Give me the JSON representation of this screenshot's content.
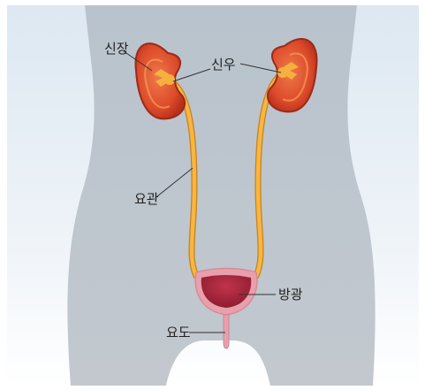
{
  "labels": {
    "kidney": "신장",
    "renal_pelvis": "신우",
    "ureter": "요관",
    "bladder": "방광",
    "urethra": "요도"
  },
  "colors": {
    "background_top": "#dfe9f3",
    "background_bottom": "#ffffff",
    "body": "#bcc4cc",
    "kidney": "#d94a2c",
    "kidney_outline": "#9b2a18",
    "ureter": "#f3b13d",
    "bladder": "#a8243a",
    "bladder_rim": "#e7a0ac"
  }
}
